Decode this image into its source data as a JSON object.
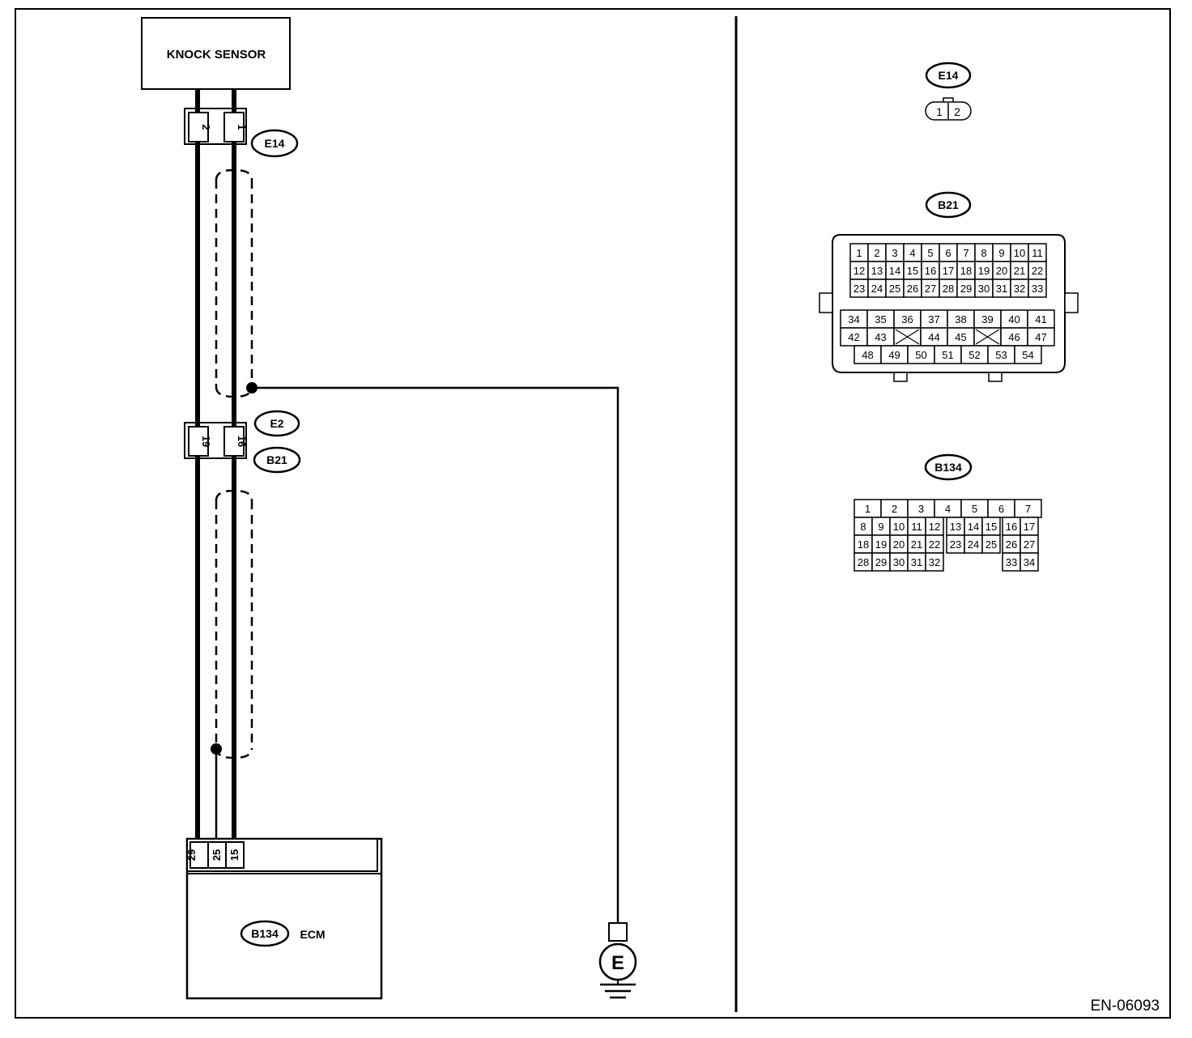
{
  "knock_sensor": {
    "label": "KNOCK SENSOR"
  },
  "connectors": {
    "e14": "E14",
    "e2": "E2",
    "b21": "B21",
    "b134": "B134"
  },
  "pins": {
    "e14_left": "2",
    "e14_right": "1",
    "e2_left": "19",
    "e2_right": "16",
    "ecm_1": "29",
    "ecm_2": "25",
    "ecm_3": "15"
  },
  "ecm": {
    "label": "ECM"
  },
  "ground": {
    "label": "E"
  },
  "views": {
    "e14_pins": [
      "1",
      "2"
    ],
    "b21_rows": [
      [
        "1",
        "2",
        "3",
        "4",
        "5",
        "6",
        "7",
        "8",
        "9",
        "10",
        "11"
      ],
      [
        "12",
        "13",
        "14",
        "15",
        "16",
        "17",
        "18",
        "19",
        "20",
        "21",
        "22"
      ],
      [
        "23",
        "24",
        "25",
        "26",
        "27",
        "28",
        "29",
        "30",
        "31",
        "32",
        "33"
      ]
    ],
    "b21_lower": [
      [
        "34",
        "35",
        "36",
        "37",
        "38",
        "39",
        "40",
        "41"
      ],
      [
        "42",
        "43",
        "",
        "44",
        "45",
        "",
        "46",
        "47"
      ],
      [
        "48",
        "49",
        "50",
        "51",
        "52",
        "53",
        "54"
      ]
    ],
    "b134_top": [
      "1",
      "2",
      "3",
      "4",
      "5",
      "6",
      "7"
    ],
    "b134_rows": [
      [
        "8",
        "9",
        "10",
        "11",
        "12",
        "13",
        "14",
        "15",
        "16",
        "17"
      ],
      [
        "18",
        "19",
        "20",
        "21",
        "22",
        "23",
        "24",
        "25",
        "26",
        "27"
      ],
      [
        "28",
        "29",
        "30",
        "31",
        "32",
        "",
        "",
        "",
        "33",
        "34"
      ]
    ]
  },
  "figure_id": "EN-06093"
}
